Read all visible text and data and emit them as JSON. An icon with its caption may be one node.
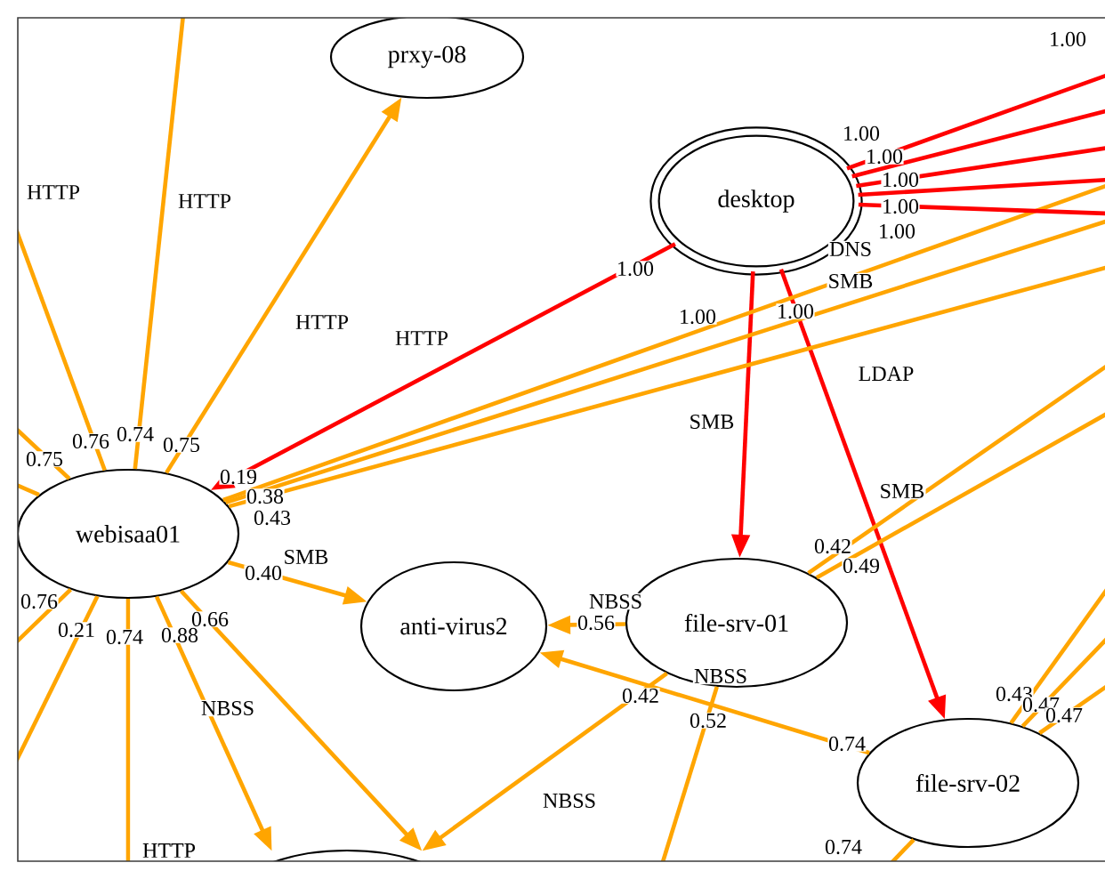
{
  "diagram": {
    "nodes": [
      {
        "text": [
          "prxy-08"
        ]
      },
      {
        "text": [
          "desktop"
        ]
      },
      {
        "text": [
          "webisaa01"
        ]
      },
      {
        "text": [
          "anti-virus2"
        ]
      },
      {
        "text": [
          "file-srv-01"
        ]
      },
      {
        "text": [
          "file-srv-02"
        ]
      },
      {
        "text": [],
        "shape": "ellipse"
      }
    ],
    "edges": [
      {
        "from": 2,
        "to": 0,
        "arrow": "to",
        "label": "HTTP"
      },
      {
        "from": 1,
        "to": 2,
        "arrow": "to",
        "label": "HTTP",
        "color": "#ff0000"
      },
      {
        "from": 1,
        "to": 4,
        "arrow": "to",
        "label": "SMB",
        "color": "#ff0000"
      },
      {
        "from": 1,
        "to": 5,
        "arrow": "to",
        "label": "LDAP",
        "color": "#ff0000"
      },
      {
        "from": 2,
        "to": 3,
        "arrow": "to",
        "label": "SMB"
      },
      {
        "from": 4,
        "to": 3,
        "arrow": "to",
        "label": "NBSS"
      },
      {
        "from": 5,
        "to": 3,
        "arrow": "to",
        "label": "NBSS"
      },
      {
        "from": 2,
        "to": 6,
        "arrow": "to",
        "label": "NBSS"
      },
      {
        "from": 2,
        "to": 6,
        "arrow": "to"
      },
      {
        "from": 4,
        "to": 6,
        "arrow": "to",
        "label": "NBSS"
      },
      {
        "from": 2,
        "to": null,
        "arrow": "none",
        "label": "HTTP"
      },
      {
        "from": 2,
        "to": null,
        "arrow": "none",
        "label": "HTTP"
      },
      {
        "from": 2,
        "to": null,
        "arrow": "none"
      },
      {
        "from": 2,
        "to": null,
        "arrow": "none"
      },
      {
        "from": 2,
        "to": null,
        "arrow": "none"
      },
      {
        "from": 2,
        "to": null,
        "arrow": "none"
      },
      {
        "from": 2,
        "to": null,
        "arrow": "none",
        "label": "HTTP"
      },
      {
        "from": 2,
        "to": null,
        "arrow": "none",
        "label": "DNS"
      },
      {
        "from": 2,
        "to": null,
        "arrow": "none",
        "label": "SMB"
      },
      {
        "from": 2,
        "to": null,
        "arrow": "none"
      },
      {
        "from": 1,
        "to": null,
        "arrow": "none",
        "color": "#ff0000"
      },
      {
        "from": 1,
        "to": null,
        "arrow": "none",
        "color": "#ff0000"
      },
      {
        "from": 1,
        "to": null,
        "arrow": "none",
        "color": "#ff0000"
      },
      {
        "from": 1,
        "to": null,
        "arrow": "none",
        "color": "#ff0000"
      },
      {
        "from": 1,
        "to": null,
        "arrow": "none",
        "color": "#ff0000"
      },
      {
        "from": 4,
        "to": null,
        "arrow": "none",
        "label": "SMB"
      },
      {
        "from": 4,
        "to": null,
        "arrow": "none"
      },
      {
        "from": 4,
        "to": null,
        "arrow": "none"
      },
      {
        "from": 5,
        "to": null,
        "arrow": "none"
      },
      {
        "from": 5,
        "to": null,
        "arrow": "none"
      },
      {
        "from": 5,
        "to": null,
        "arrow": "none"
      },
      {
        "from": 5,
        "to": null,
        "arrow": "none"
      }
    ],
    "labels": [
      "1.00",
      "1.00",
      "1.00",
      "1.00",
      "1.00",
      "1.00",
      "1.00",
      "1.00",
      "1.00",
      "0.75",
      "0.76",
      "0.74",
      "0.75",
      "0.19",
      "0.38",
      "0.43",
      "0.40",
      "0.76",
      "0.21",
      "0.74",
      "0.88",
      "0.66",
      "0.56",
      "0.42",
      "0.49",
      "0.42",
      "0.52",
      "0.74",
      "0.43",
      "0.47",
      "0.47",
      "0.74"
    ]
  }
}
